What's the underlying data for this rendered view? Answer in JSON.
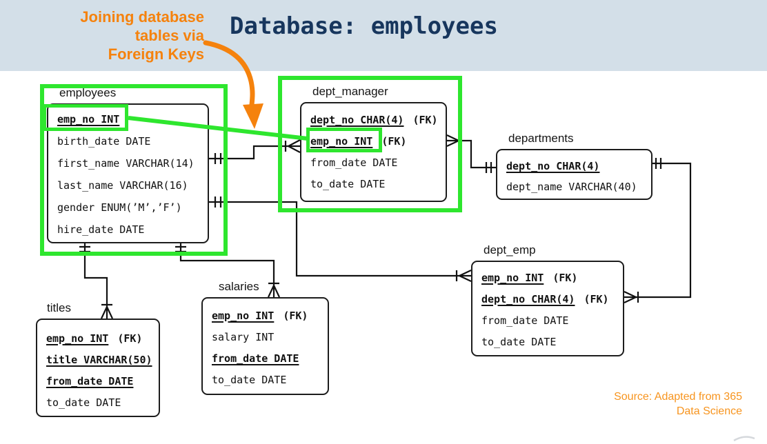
{
  "slide": {
    "title": "Database: employees",
    "annotation": {
      "line1": "Joining database",
      "line2": "tables via",
      "line3": "Foreign Keys"
    },
    "source": {
      "line1": "Source: Adapted from 365",
      "line2": "Data Science"
    }
  },
  "colors": {
    "header_bg": "#d3dfe8",
    "title_navy": "#17365d",
    "accent_orange": "#f5820d",
    "source_orange": "#f7941e",
    "highlight_green": "#2ee62e",
    "line_black": "#111111"
  },
  "tables": [
    {
      "name": "employees",
      "fields": [
        {
          "name": "emp_no INT",
          "fk": ""
        },
        {
          "name": "birth_date DATE",
          "fk": ""
        },
        {
          "name": "first_name VARCHAR(14)",
          "fk": ""
        },
        {
          "name": "last_name VARCHAR(16)",
          "fk": ""
        },
        {
          "name": "gender ENUM(’M’,’F’)",
          "fk": ""
        },
        {
          "name": "hire_date DATE",
          "fk": ""
        }
      ]
    },
    {
      "name": "dept_manager",
      "fields": [
        {
          "name": "dept_no CHAR(4)",
          "fk": "(FK)"
        },
        {
          "name": "emp_no INT",
          "fk": "(FK)"
        },
        {
          "name": "from_date DATE",
          "fk": ""
        },
        {
          "name": "to_date DATE",
          "fk": ""
        }
      ]
    },
    {
      "name": "departments",
      "fields": [
        {
          "name": "dept_no CHAR(4)",
          "fk": ""
        },
        {
          "name": "dept_name VARCHAR(40)",
          "fk": ""
        }
      ]
    },
    {
      "name": "dept_emp",
      "fields": [
        {
          "name": "emp_no INT",
          "fk": "(FK)"
        },
        {
          "name": "dept_no CHAR(4)",
          "fk": "(FK)"
        },
        {
          "name": "from_date DATE",
          "fk": ""
        },
        {
          "name": "to_date DATE",
          "fk": ""
        }
      ]
    },
    {
      "name": "salaries",
      "fields": [
        {
          "name": "emp_no INT",
          "fk": "(FK)"
        },
        {
          "name": "salary INT",
          "fk": ""
        },
        {
          "name": "from_date DATE",
          "fk": ""
        },
        {
          "name": "to_date DATE",
          "fk": ""
        }
      ]
    },
    {
      "name": "titles",
      "fields": [
        {
          "name": "emp_no INT",
          "fk": "(FK)"
        },
        {
          "name": "title VARCHAR(50)",
          "fk": ""
        },
        {
          "name": "from_date DATE",
          "fk": ""
        },
        {
          "name": "to_date DATE",
          "fk": ""
        }
      ]
    }
  ]
}
